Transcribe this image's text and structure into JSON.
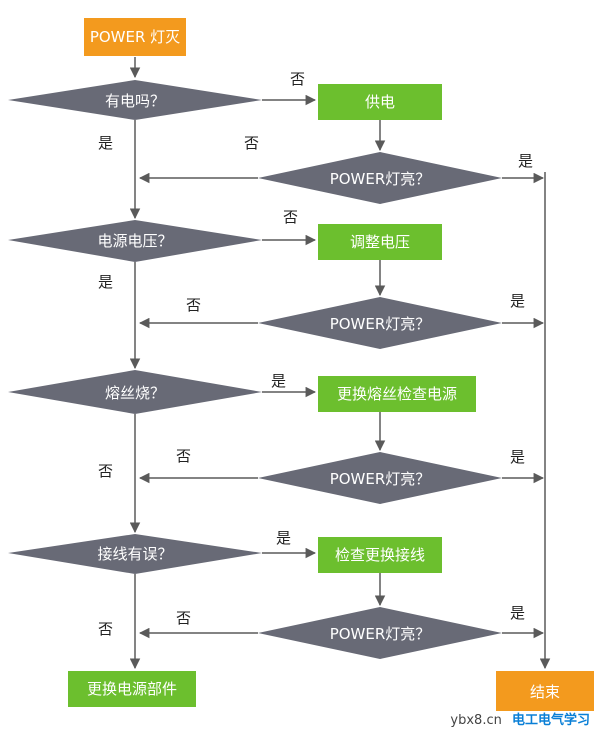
{
  "colors": {
    "start_fill": "#f39a1e",
    "end_fill": "#f39a1e",
    "decision_fill": "#686a76",
    "action_fill": "#6cbf2e",
    "line": "#5a5a5a"
  },
  "nodes": {
    "start": "POWER 灯灭",
    "d_power": "有电吗？",
    "a_supply": "供电",
    "c1": "POWER灯亮？",
    "d_voltage": "电源电压？",
    "a_adjust": "调整电压",
    "c2": "POWER灯亮？",
    "d_fuse": "熔丝烧？",
    "a_fuse": "更换熔丝检查电源",
    "c3": "POWER灯亮？",
    "d_wiring": "接线有误？",
    "a_wiring": "检查更换接线",
    "c4": "POWER灯亮？",
    "replace": "更换电源部件",
    "end": "结束"
  },
  "edges": {
    "e1_no": "否",
    "e1_yes": "是",
    "c1_no": "否",
    "c1_yes": "是",
    "e2_no": "否",
    "e2_yes": "是",
    "c2_no": "否",
    "c2_yes": "是",
    "e3_yes": "是",
    "e3_no": "否",
    "c3_no": "否",
    "c3_yes": "是",
    "e4_yes": "是",
    "e4_no": "否",
    "c4_no": "否",
    "c4_yes": "是"
  },
  "watermark": {
    "site": "ybx8.cn",
    "account": "电工电气学习"
  }
}
